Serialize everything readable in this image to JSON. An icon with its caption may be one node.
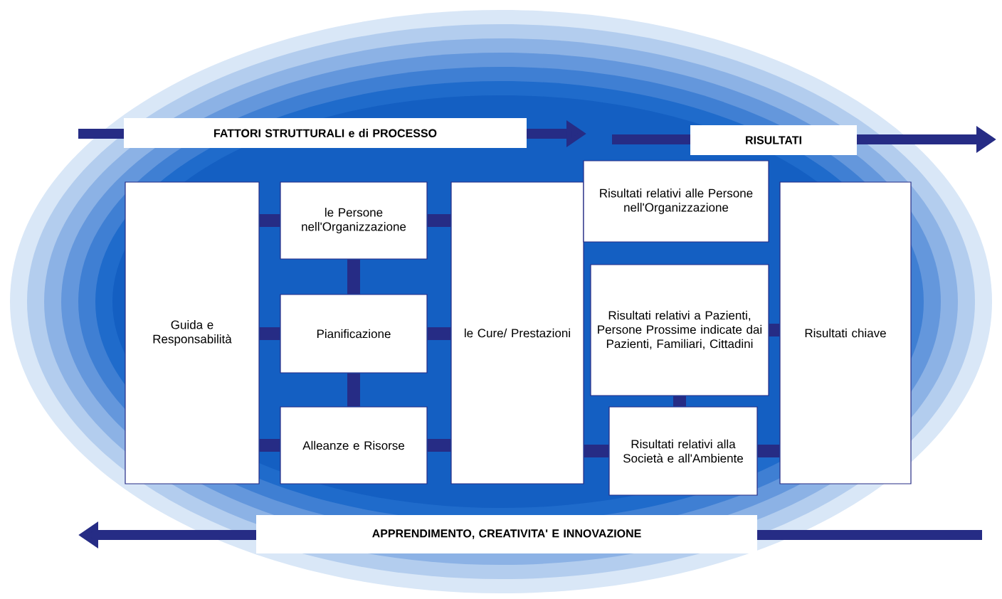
{
  "diagram": {
    "nodes": [
      {
        "text": [
          "FATTORI STRUTTURALI e di PROCESSO"
        ]
      },
      {
        "text": [
          "RISULTATI"
        ]
      },
      {
        "text": [
          "Guida e Responsabilità"
        ]
      },
      {
        "text": [
          "le Persone nell'Organizzazione"
        ]
      },
      {
        "text": [
          "Pianificazione"
        ]
      },
      {
        "text": [
          "Alleanze e Risorse"
        ]
      },
      {
        "text": [
          "le Cure/ Prestazioni"
        ]
      },
      {
        "text": [
          "Risultati relativi alle Persone nell'Organizzazione"
        ]
      },
      {
        "text": [
          "Risultati relativi a Pazienti, Persone Prossime indicate dai Pazienti, Familiari, Cittadini"
        ]
      },
      {
        "text": [
          "Risultati relativi alla Società e all'Ambiente"
        ]
      },
      {
        "text": [
          "Risultati chiave"
        ]
      },
      {
        "text": [
          "APPRENDIMENTO, CREATIVITA' E INNOVAZIONE"
        ]
      }
    ],
    "edges": [
      {
        "from": 2,
        "to": 3,
        "arrow": "none"
      },
      {
        "from": 2,
        "to": 4,
        "arrow": "none"
      },
      {
        "from": 2,
        "to": 5,
        "arrow": "none"
      },
      {
        "from": 3,
        "to": 4,
        "arrow": "none"
      },
      {
        "from": 4,
        "to": 5,
        "arrow": "none"
      },
      {
        "from": 3,
        "to": 6,
        "arrow": "none"
      },
      {
        "from": 4,
        "to": 6,
        "arrow": "none"
      },
      {
        "from": 5,
        "to": 6,
        "arrow": "none"
      },
      {
        "from": 6,
        "to": 9,
        "arrow": "none"
      },
      {
        "from": 8,
        "to": 9,
        "arrow": "none"
      },
      {
        "from": 8,
        "to": 10,
        "arrow": "none"
      },
      {
        "from": 9,
        "to": 10,
        "arrow": "none"
      }
    ]
  }
}
